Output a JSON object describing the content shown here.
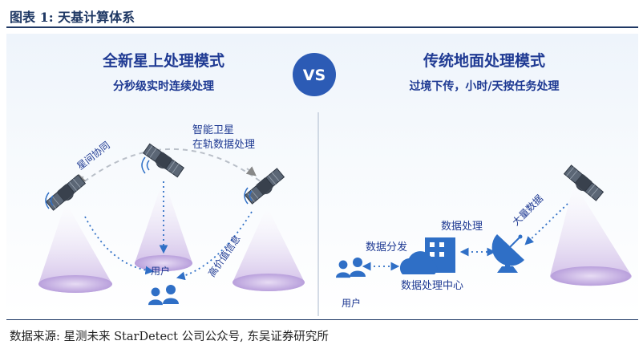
{
  "figure": {
    "title": "图表 1:  天基计算体系",
    "source": "数据来源:  星测未来 StarDetect 公司公众号,  东吴证券研究所"
  },
  "left": {
    "heading": "全新星上处理模式",
    "subheading": "分秒级实时连续处理",
    "labels": {
      "collab": "星间协同",
      "smart_line1": "智能卫星",
      "smart_line2": "在轨数据处理",
      "high_value": "高价值信息",
      "user": "用户"
    }
  },
  "vs": "VS",
  "right": {
    "heading": "传统地面处理模式",
    "subheading": "过境下传，小时/天按任务处理",
    "labels": {
      "mass_data": "大量数据",
      "processing": "数据处理",
      "distribution": "数据分发",
      "center": "数据处理中心",
      "user": "用户"
    }
  },
  "colors": {
    "heading": "#1f3a93",
    "accent_blue": "#2f6fc6",
    "vs_circle": "#2c5bb5",
    "cone": "#cdb7e6",
    "satellite": "#4a5563",
    "title": "#1f3864"
  }
}
